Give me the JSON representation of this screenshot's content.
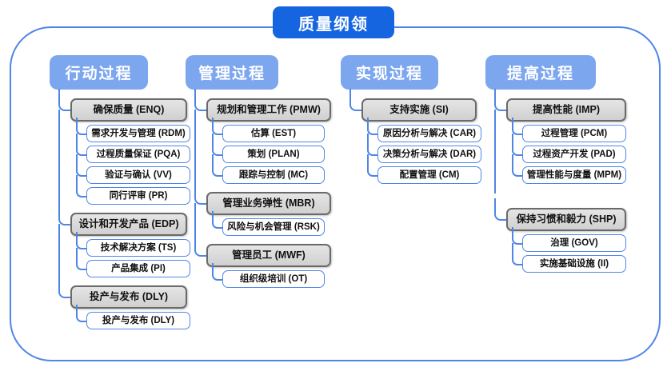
{
  "title": "质量纲领",
  "colors": {
    "title-bg": "#1565e0",
    "header-bg": "#7ca6ee",
    "line": "#4f86e6",
    "gray-border": "#6a6a6a",
    "gray-fill": "#d9d9d9"
  },
  "columns": [
    {
      "header": "行动过程",
      "groups": [
        {
          "label": "确保质量 (ENQ)",
          "children": [
            "需求开发与管理 (RDM)",
            "过程质量保证 (PQA)",
            "验证与确认 (VV)",
            "同行评审 (PR)"
          ]
        },
        {
          "label": "设计和开发产品 (EDP)",
          "children": [
            "技术解决方案 (TS)",
            "产品集成 (PI)"
          ]
        },
        {
          "label": "投产与发布 (DLY)",
          "children": [
            "投产与发布 (DLY)"
          ]
        }
      ]
    },
    {
      "header": "管理过程",
      "groups": [
        {
          "label": "规划和管理工作 (PMW)",
          "children": [
            "估算 (EST)",
            "策划 (PLAN)",
            "跟踪与控制 (MC)"
          ]
        },
        {
          "label": "管理业务弹性 (MBR)",
          "children": [
            "风险与机会管理 (RSK)"
          ]
        },
        {
          "label": "管理员工 (MWF)",
          "children": [
            "组织级培训 (OT)"
          ]
        }
      ]
    },
    {
      "header": "实现过程",
      "groups": [
        {
          "label": "支持实施 (SI)",
          "children": [
            "原因分析与解决 (CAR)",
            "决策分析与解决 (DAR)",
            "配置管理 (CM)"
          ]
        }
      ]
    },
    {
      "header": "提高过程",
      "groups": [
        {
          "label": "提高性能 (IMP)",
          "children": [
            "过程管理 (PCM)",
            "过程资产开发 (PAD)",
            "管理性能与度量 (MPM)"
          ]
        },
        {
          "label": "保持习惯和毅力 (SHP)",
          "children": [
            "治理 (GOV)",
            "实施基础设施 (II)"
          ]
        }
      ]
    }
  ]
}
